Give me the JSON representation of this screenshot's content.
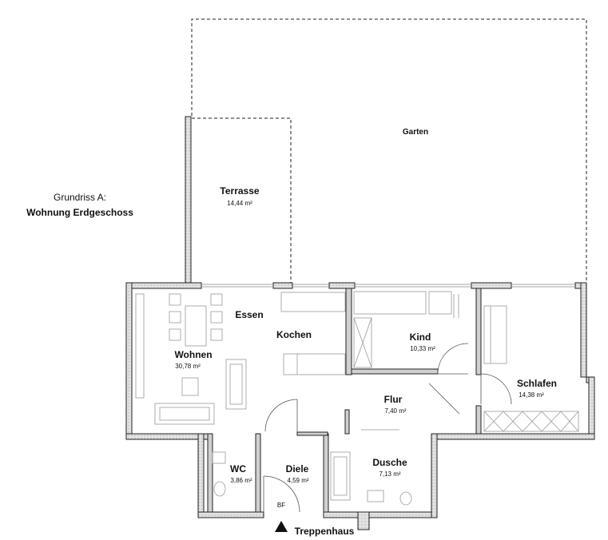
{
  "caption": {
    "line1": "Grundriss A:",
    "line2": "Wohnung Erdgeschoss"
  },
  "rooms": {
    "garten": {
      "name": "Garten"
    },
    "terrasse": {
      "name": "Terrasse",
      "area": "14,44 m²"
    },
    "wohnen": {
      "name": "Wohnen",
      "area": "30,78 m²"
    },
    "essen": {
      "name": "Essen"
    },
    "kochen": {
      "name": "Kochen"
    },
    "kind": {
      "name": "Kind",
      "area": "10,33 m²"
    },
    "schlafen": {
      "name": "Schlafen",
      "area": "14,38 m²"
    },
    "flur": {
      "name": "Flur",
      "area": "7,40 m²"
    },
    "wc": {
      "name": "WC",
      "area": "3,86 m²"
    },
    "diele": {
      "name": "Diele",
      "area": "4,59 m²"
    },
    "dusche": {
      "name": "Dusche",
      "area": "7,13 m²"
    }
  },
  "markers": {
    "bf": "BF",
    "treppenhaus": "Treppenhaus"
  },
  "colors": {
    "wall_fill": "#d9d9d9",
    "wall_stroke": "#222222",
    "thin_line": "#8a8a8a",
    "dashed": "#222222"
  }
}
